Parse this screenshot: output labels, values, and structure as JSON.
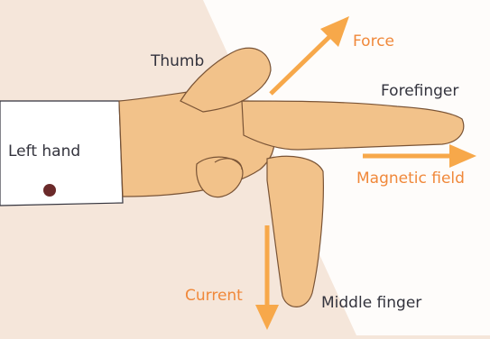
{
  "labels": {
    "thumb": "Thumb",
    "forefinger": "Forefinger",
    "left_hand": "Left hand",
    "middle_finger": "Middle finger",
    "force": "Force",
    "magnetic_field": "Magnetic field",
    "current": "Current"
  },
  "colors": {
    "background": "#f5e6da",
    "highlight_band": "#ffffff",
    "skin": "#f2c28a",
    "skin_outline": "#7a5436",
    "arrow": "#f7a84a",
    "label_dark": "#33333d",
    "label_orange": "#f0883a",
    "cuff_button": "#6b2a2a"
  }
}
